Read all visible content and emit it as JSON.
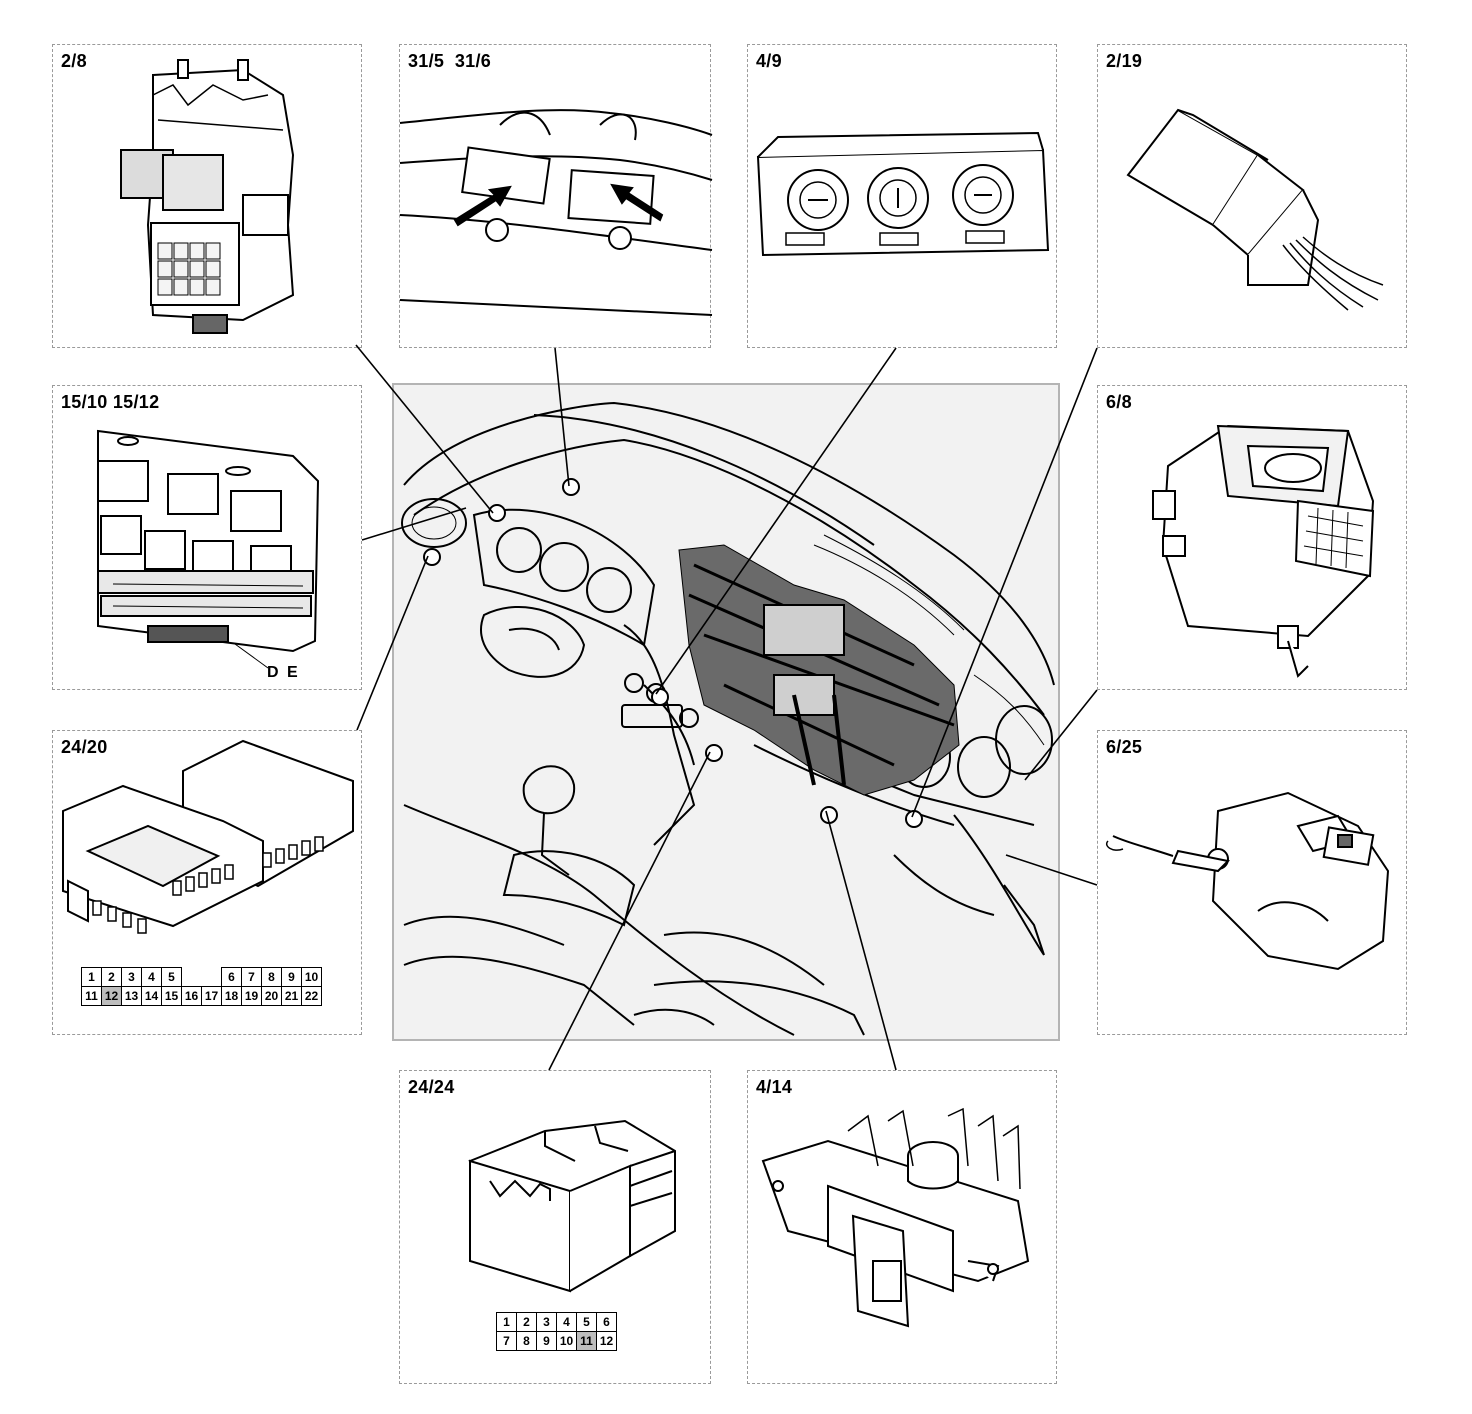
{
  "panels": {
    "p2_8": {
      "label": "2/8"
    },
    "p31": {
      "label": "31/5  31/6"
    },
    "p4_9": {
      "label": "4/9"
    },
    "p2_19": {
      "label": "2/19"
    },
    "p15": {
      "label": "15/10 15/12",
      "sub_label": "D E"
    },
    "p6_8": {
      "label": "6/8"
    },
    "p24_20": {
      "label": "24/20"
    },
    "p6_25": {
      "label": "6/25"
    },
    "p24_24": {
      "label": "24/24"
    },
    "p4_14": {
      "label": "4/14"
    }
  },
  "connector_24_20": {
    "row1": [
      "1",
      "2",
      "3",
      "4",
      "5",
      "",
      "",
      "6",
      "7",
      "8",
      "9",
      "10"
    ],
    "row2": [
      "11",
      "12",
      "13",
      "14",
      "15",
      "16",
      "17",
      "18",
      "19",
      "20",
      "21",
      "22"
    ],
    "shaded": [
      "12"
    ]
  },
  "connector_24_24": {
    "row1": [
      "1",
      "2",
      "3",
      "4",
      "5",
      "6"
    ],
    "row2": [
      "7",
      "8",
      "9",
      "10",
      "11",
      "12"
    ],
    "shaded": [
      "11"
    ]
  }
}
